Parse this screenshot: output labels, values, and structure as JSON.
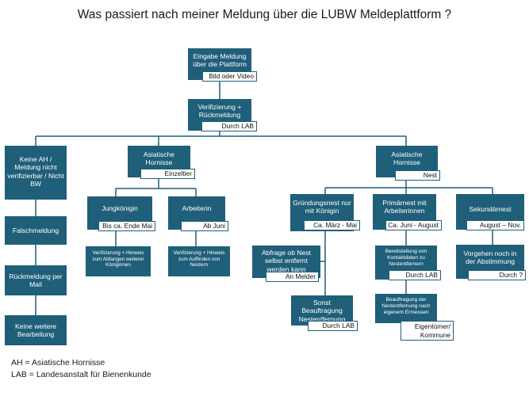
{
  "title": "Was passiert nach meiner Meldung über die LUBW Meldeplattform ?",
  "nodes": {
    "eingabe": "Eingabe Meldung über die Plattform",
    "verifizierung": "Verifizierung + Rückmeldung",
    "keine_ah": "Keine AH / Meldung nicht verifizierbar / Nicht BW",
    "falschmeldung": "Falschmeldung",
    "rueckmeldung_mail": "Rückmeldung per Mail",
    "keine_bearbeitung": "Keine weitere Bearbeitung",
    "ah_einzeltier": "Asiatische Hornisse",
    "ah_nest": "Asiatische Hornisse",
    "jungkoenigin": "Jungkönigin",
    "arbeiterin": "Arbeiterin",
    "jung_detail": "Verifizierung + Hinweis zum Abfangen weiterer Königinnen",
    "arb_detail": "Verifizierung + Hinweis zum Auffinden von Nestern",
    "gruendungsnest": "Gründungsnest nur mit Königin",
    "primaernest": "Primärnest mit Arbeiterinnen",
    "sekundaernest": "Sekundärnest",
    "abfrage": "Abfrage ob Nest selbst entfernt werden kann",
    "sonst": "Sonst Beauftragung Nestentfernung",
    "bereitstellung": "Bereitstellung von Kontaktdaten zu Nestentfernern",
    "beauftragung": "Beauftragung der Nestentfernung nach eigenem Ermessen",
    "vorgehen": "Vorgehen noch in der Abstimmung"
  },
  "tags": {
    "bild_video": "Bild oder Video",
    "durch_lab_1": "Durch LAB",
    "einzeltier": "Einzeltier",
    "nest": "Nest",
    "ende_mai": "Bis ca. Ende Mai",
    "ab_juni": "Ab Juni",
    "maerz_mai": "Ca. März - Mai",
    "juni_august": "Ca. Juni - August",
    "aug_nov": "August – Nov.",
    "an_melder": "An Melder",
    "durch_lab_2": "Durch LAB",
    "durch_lab_3": "Durch LAB",
    "eigentuemer": "Eigentümer/ Kommune",
    "durch_q": "Durch ?"
  },
  "legend": {
    "ah": "AH = Asiatische Hornisse",
    "lab": "LAB = Landesanstalt für Bienenkunde"
  },
  "colors": {
    "box": "#1f5f7a",
    "line": "#1f5f7a",
    "tag_border": "#1f5f7a"
  }
}
